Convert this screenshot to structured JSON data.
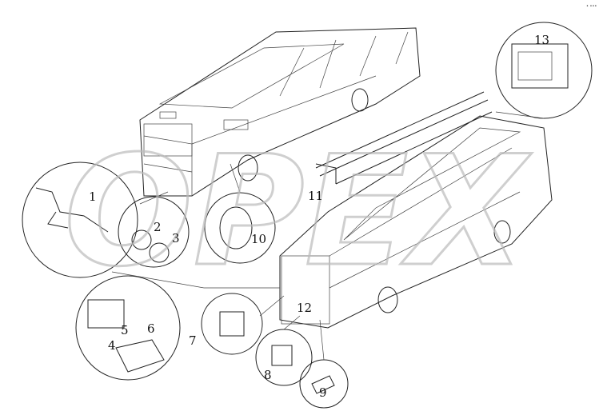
{
  "diagram": {
    "watermark": "OPEX",
    "corner_mark": "• •••",
    "callouts": [
      "1",
      "2",
      "3",
      "4",
      "5",
      "6",
      "7",
      "8",
      "9",
      "10",
      "11",
      "12",
      "13"
    ]
  }
}
